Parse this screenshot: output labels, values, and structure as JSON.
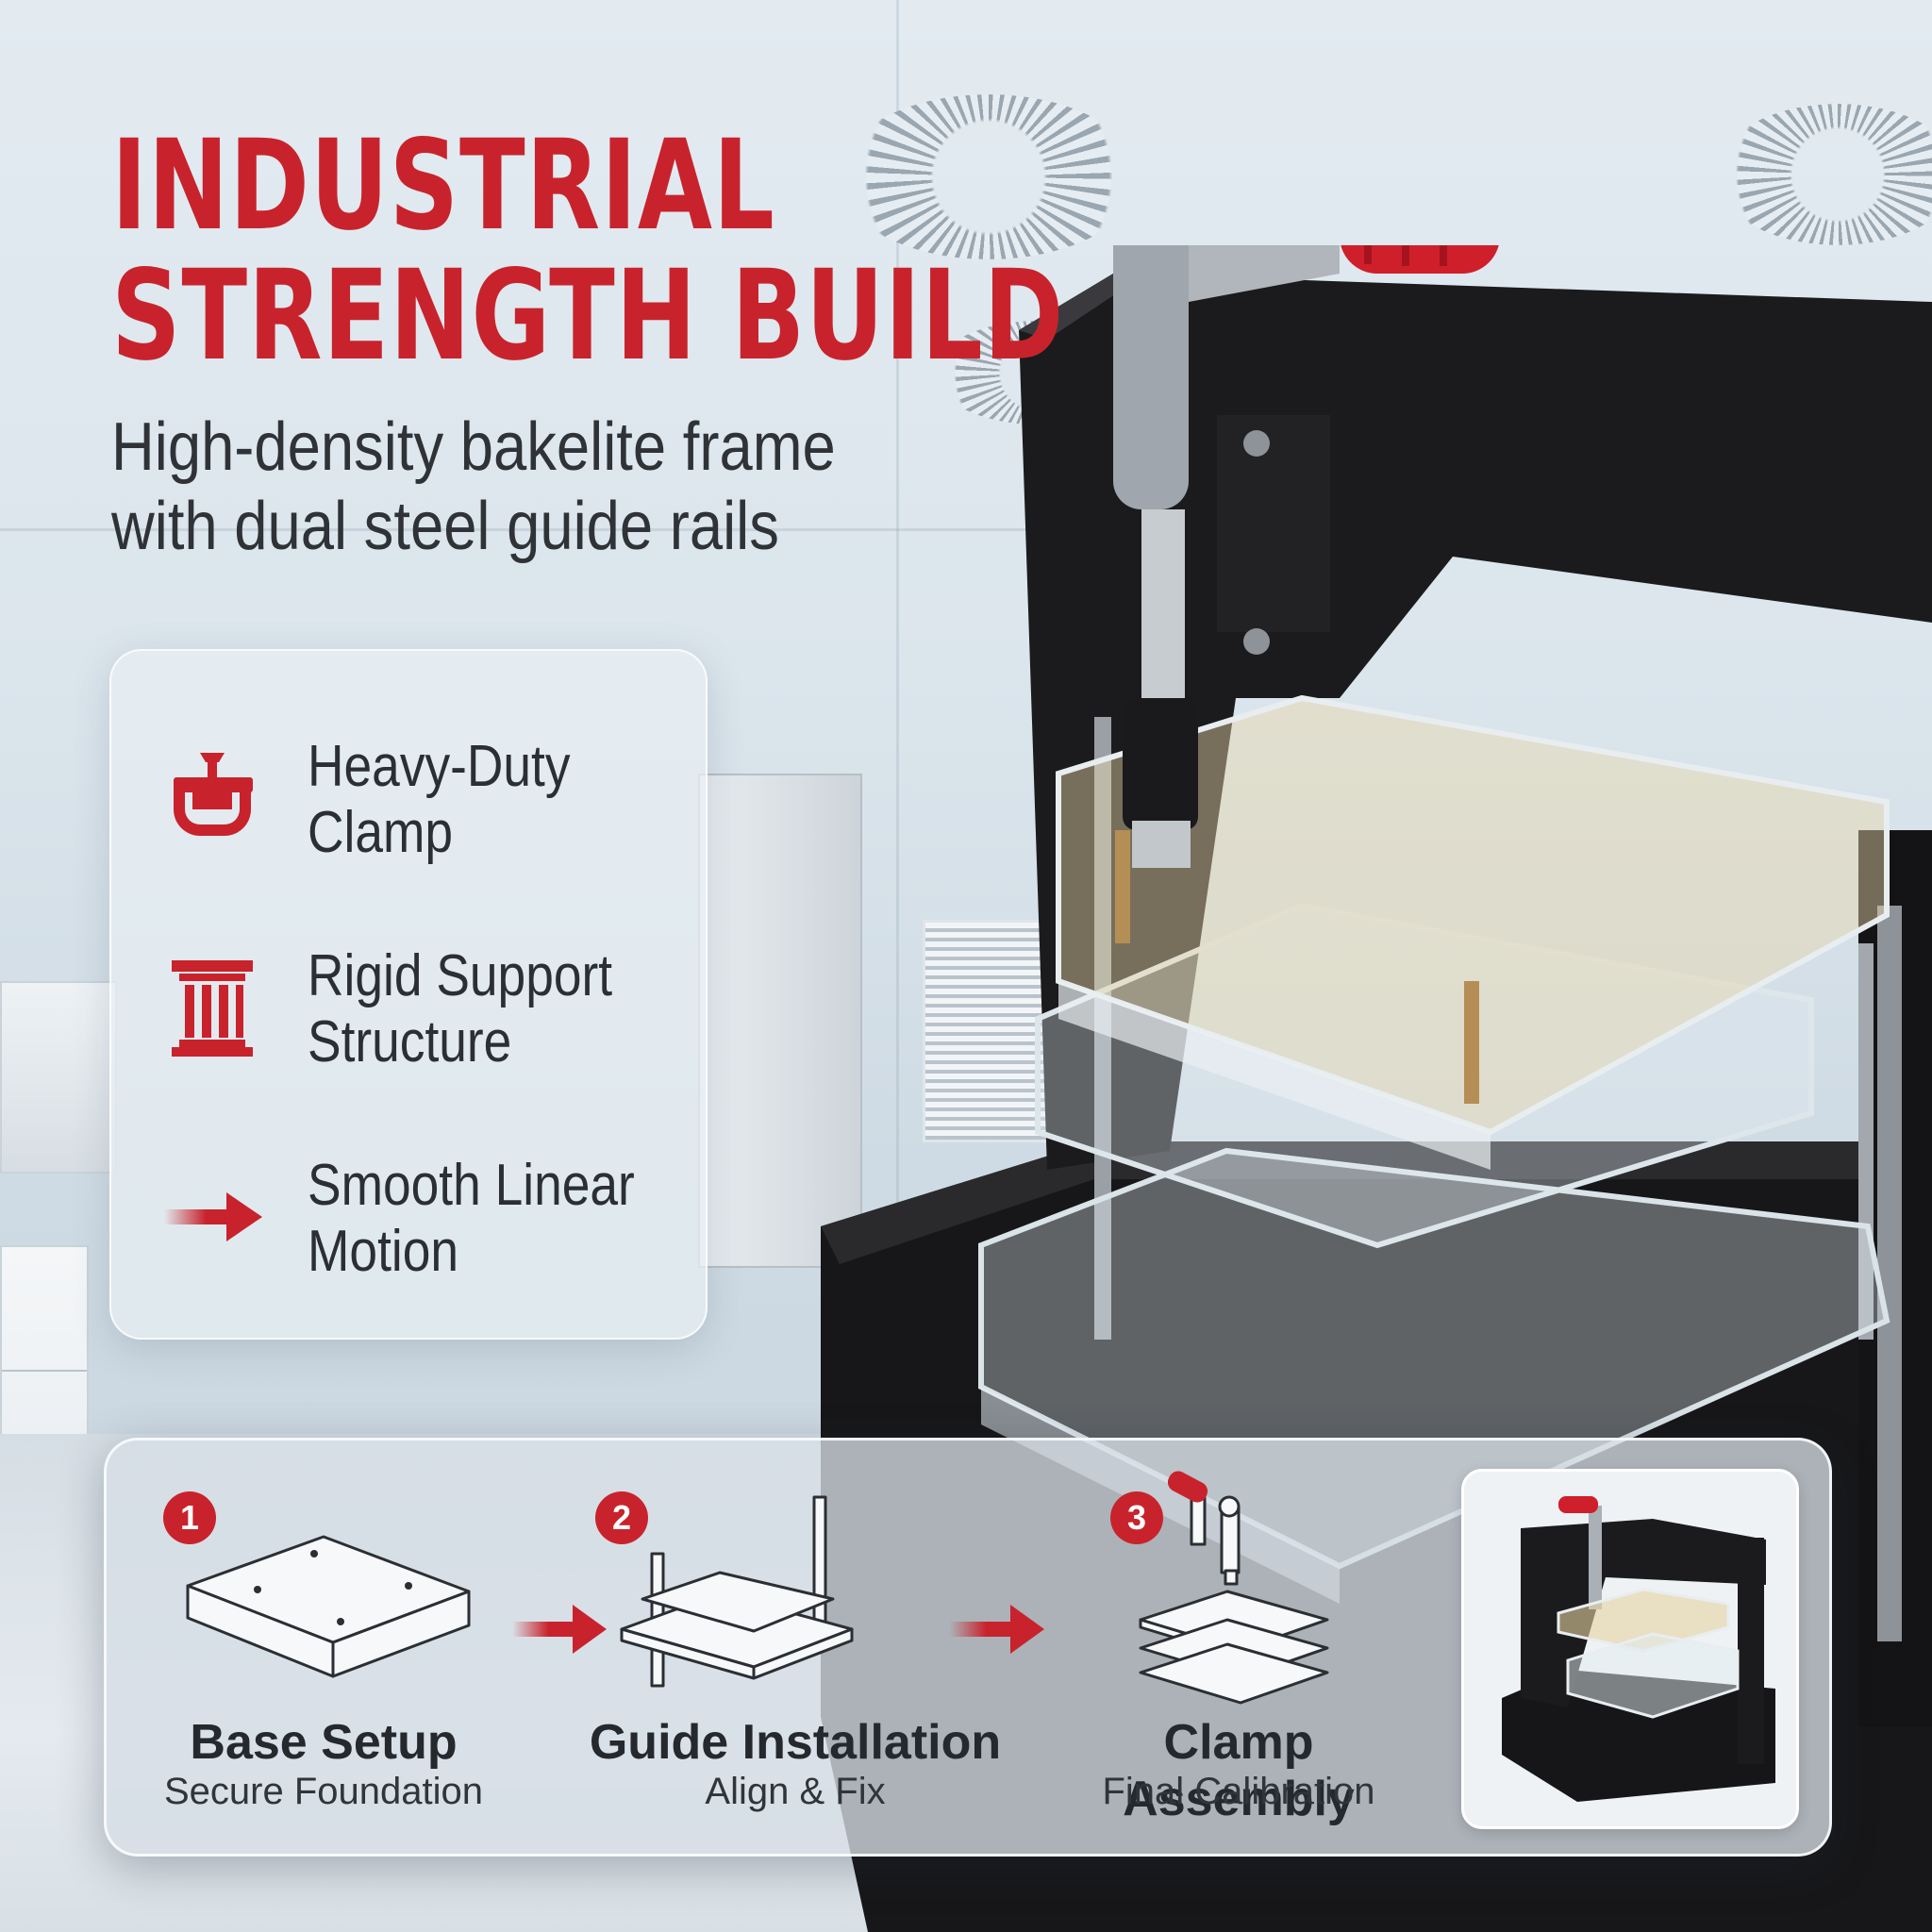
{
  "headline": {
    "line1": "INDUSTRIAL",
    "line2": "STRENGTH BUILD"
  },
  "subheadline": {
    "line1": "High-density bakelite frame",
    "line2": "with dual steel guide rails"
  },
  "features": [
    {
      "icon": "clamp-icon",
      "line1": "Heavy-Duty",
      "line2": "Clamp"
    },
    {
      "icon": "pillar-icon",
      "line1": "Rigid Support",
      "line2": "Structure"
    },
    {
      "icon": "arrow-right-icon",
      "line1": "Smooth Linear",
      "line2": "Motion"
    }
  ],
  "steps": [
    {
      "number": "1",
      "title": "Base Setup",
      "subtitle": "Secure Foundation",
      "icon": "base-plate-drawing"
    },
    {
      "number": "2",
      "title": "Guide Installation",
      "subtitle": "Align & Fix",
      "icon": "guide-rails-drawing"
    },
    {
      "number": "3",
      "title": "Clamp Assembly",
      "subtitle": "Final Calibration",
      "icon": "clamp-assembly-drawing"
    }
  ],
  "colors": {
    "accent_red": "#c8232c",
    "frame_black": "#1c1c1e",
    "text_dark": "#2b2f34"
  }
}
